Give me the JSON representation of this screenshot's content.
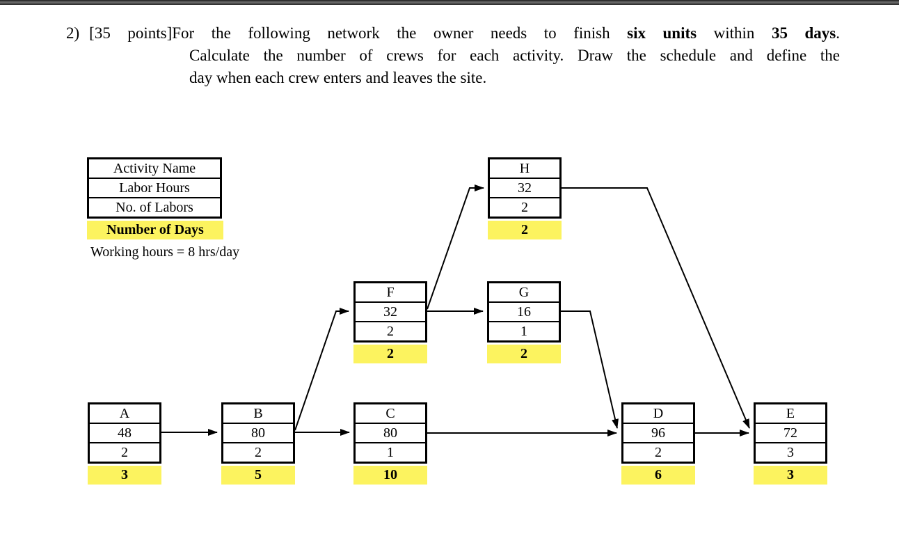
{
  "colors": {
    "highlight": "#fcf35f",
    "line": "#000000",
    "node_fill": "#ffffff",
    "top_bar": "#4a4a4a"
  },
  "question": {
    "number": "2)",
    "points": "[35 points]",
    "line1": {
      "a": "For the following network the owner needs to finish ",
      "b": "six units",
      "c": " within ",
      "d": "35 days",
      "e": "."
    },
    "line2": "Calculate the number of crews for each activity. Draw the schedule and define the",
    "line3": "day when each crew enters and leaves the site."
  },
  "legend": {
    "rows": [
      "Activity Name",
      "Labor Hours",
      "No. of Labors"
    ],
    "highlight_row": "Number of Days",
    "note": "Working hours = 8 hrs/day"
  },
  "nodes": [
    {
      "name": "A",
      "labor_hours": 48,
      "laborers": 2,
      "days": 3
    },
    {
      "name": "B",
      "labor_hours": 80,
      "laborers": 2,
      "days": 5
    },
    {
      "name": "C",
      "labor_hours": 80,
      "laborers": 1,
      "days": 10
    },
    {
      "name": "D",
      "labor_hours": 96,
      "laborers": 2,
      "days": 6
    },
    {
      "name": "E",
      "labor_hours": 72,
      "laborers": 3,
      "days": 3
    },
    {
      "name": "F",
      "labor_hours": 32,
      "laborers": 2,
      "days": 2
    },
    {
      "name": "G",
      "labor_hours": 16,
      "laborers": 1,
      "days": 2
    },
    {
      "name": "H",
      "labor_hours": 32,
      "laborers": 2,
      "days": 2
    }
  ],
  "edges": [
    {
      "from": "A",
      "to": "B"
    },
    {
      "from": "B",
      "to": "C"
    },
    {
      "from": "B",
      "to": "F"
    },
    {
      "from": "F",
      "to": "G"
    },
    {
      "from": "F",
      "to": "H"
    },
    {
      "from": "C",
      "to": "D"
    },
    {
      "from": "G",
      "to": "D"
    },
    {
      "from": "H",
      "to": "E"
    },
    {
      "from": "D",
      "to": "E"
    }
  ]
}
